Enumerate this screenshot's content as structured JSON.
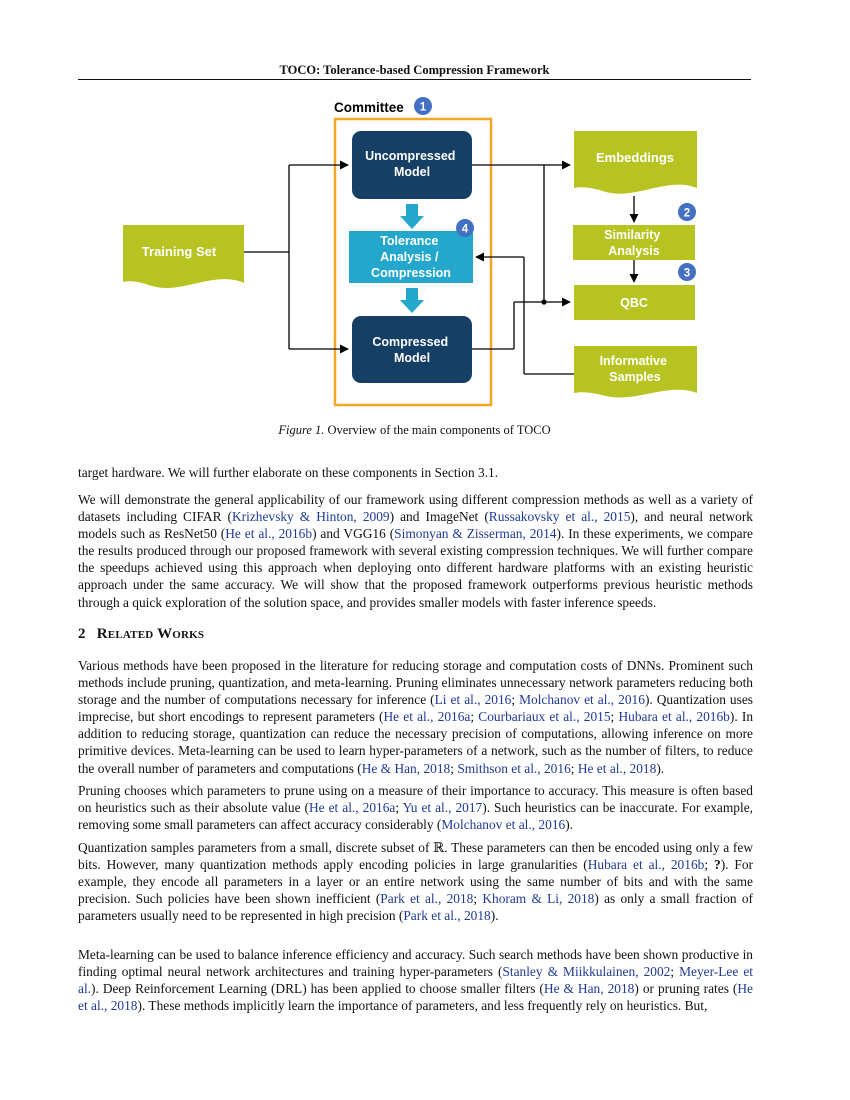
{
  "header": {
    "title": "TOCO: Tolerance-based Compression Framework"
  },
  "figure": {
    "committee_label": "Committee",
    "badges": {
      "committee": "1",
      "similarity": "2",
      "qbc": "3",
      "tolerance": "4"
    },
    "nodes": {
      "training_set": [
        "Training Set"
      ],
      "uncompressed_model": [
        "Uncompressed",
        "Model"
      ],
      "tolerance": [
        "Tolerance",
        "Analysis /",
        "Compression"
      ],
      "compressed_model": [
        "Compressed",
        "Model"
      ],
      "embeddings": [
        "Embeddings"
      ],
      "similarity": [
        "Similarity",
        "Analysis"
      ],
      "qbc": [
        "QBC"
      ],
      "informative_samples": [
        "Informative",
        "Samples"
      ]
    },
    "colors": {
      "navy": "#163f66",
      "cyan": "#24a7cc",
      "olive": "#b7c320",
      "orange": "#f5a623",
      "badge": "#4470c4"
    },
    "caption_label": "Figure 1.",
    "caption_text": "Overview of the main components of TOCO"
  },
  "paragraphs": [
    {
      "segments": [
        {
          "t": "target hardware. We will further elaborate on these components in Section 3.1."
        }
      ]
    },
    {
      "segments": [
        {
          "t": "We will demonstrate the general applicability of our framework using different compression methods as well as a variety of datasets including CIFAR ("
        },
        {
          "t": "Krizhevsky & Hinton, 2009",
          "c": true
        },
        {
          "t": ") and ImageNet ("
        },
        {
          "t": "Russakovsky et al., 2015",
          "c": true
        },
        {
          "t": "), and neural network models such as ResNet50 ("
        },
        {
          "t": "He et al., 2016b",
          "c": true
        },
        {
          "t": ") and VGG16 ("
        },
        {
          "t": "Simonyan & Zisserman, 2014",
          "c": true
        },
        {
          "t": "). In these experiments, we compare the results produced through our proposed framework with several existing compression techniques. We will further compare the speedups achieved using this approach when deploying onto different hardware platforms with an existing heuristic approach under the same accuracy. We will show that the proposed framework outperforms previous heuristic methods through a quick exploration of the solution space, and provides smaller models with faster inference speeds."
        }
      ]
    },
    {
      "segments": [
        {
          "t": "Various methods have been proposed in the literature for reducing storage and computation costs of DNNs. Prominent such methods include pruning, quantization, and meta-learning. Pruning eliminates unnecessary network parameters reducing both storage and the number of computations necessary for inference ("
        },
        {
          "t": "Li et al., 2016",
          "c": true
        },
        {
          "t": "; "
        },
        {
          "t": "Molchanov et al., 2016",
          "c": true
        },
        {
          "t": "). Quantization uses imprecise, but short encodings to represent parameters ("
        },
        {
          "t": "He et al., 2016a",
          "c": true
        },
        {
          "t": "; "
        },
        {
          "t": "Courbariaux et al., 2015",
          "c": true
        },
        {
          "t": "; "
        },
        {
          "t": "Hubara et al., 2016b",
          "c": true
        },
        {
          "t": "). In addition to reducing storage, quantization can reduce the necessary precision of computations, allowing inference on more primitive devices. Meta-learning can be used to learn hyper-parameters of a network, such as the number of filters, to reduce the overall number of parameters and computations ("
        },
        {
          "t": "He & Han, 2018",
          "c": true
        },
        {
          "t": "; "
        },
        {
          "t": "Smithson et al., 2016",
          "c": true
        },
        {
          "t": "; "
        },
        {
          "t": "He et al., 2018",
          "c": true
        },
        {
          "t": ")."
        }
      ]
    },
    {
      "segments": [
        {
          "t": "Pruning chooses which parameters to prune using on a measure of their importance to accuracy. This measure is often based on heuristics such as their absolute value ("
        },
        {
          "t": "He et al., 2016a",
          "c": true
        },
        {
          "t": "; "
        },
        {
          "t": "Yu et al., 2017",
          "c": true
        },
        {
          "t": "). Such heuristics can be inaccurate. For example, removing some small parameters can affect accuracy considerably ("
        },
        {
          "t": "Molchanov et al., 2016",
          "c": true
        },
        {
          "t": ")."
        }
      ]
    },
    {
      "segments": [
        {
          "t": "Quantization samples parameters from a small, discrete subset of ℝ. These parameters can then be encoded using only a few bits. However, many quantization methods apply encoding policies in large granularities ("
        },
        {
          "t": "Hubara et al., 2016b",
          "c": true
        },
        {
          "t": "; "
        },
        {
          "t": "?",
          "b": true
        },
        {
          "t": "). For example, they encode all parameters in a layer or an entire network using the same number of bits and with the same precision. Such policies have been shown inefficient ("
        },
        {
          "t": "Park et al., 2018",
          "c": true
        },
        {
          "t": "; "
        },
        {
          "t": "Khoram & Li, 2018",
          "c": true
        },
        {
          "t": ") as only a small fraction of parameters usually need to be represented in high precision ("
        },
        {
          "t": "Park et al., 2018",
          "c": true
        },
        {
          "t": ")."
        }
      ]
    },
    {
      "segments": [
        {
          "t": "Meta-learning can be used to balance inference efficiency and accuracy. Such search methods have been shown productive in finding optimal neural network architectures and training hyper-parameters ("
        },
        {
          "t": "Stanley & Miikkulainen, 2002",
          "c": true
        },
        {
          "t": "; "
        },
        {
          "t": "Meyer-Lee et al.",
          "c": true
        },
        {
          "t": "). Deep Reinforcement Learning (DRL) has been applied to choose smaller filters ("
        },
        {
          "t": "He & Han, 2018",
          "c": true
        },
        {
          "t": ") or pruning rates ("
        },
        {
          "t": "He et al., 2018",
          "c": true
        },
        {
          "t": "). These methods implicitly learn the importance of parameters, and less frequently rely on heuristics. But,"
        }
      ]
    }
  ],
  "section": {
    "number": "2",
    "title": "Related Works"
  }
}
